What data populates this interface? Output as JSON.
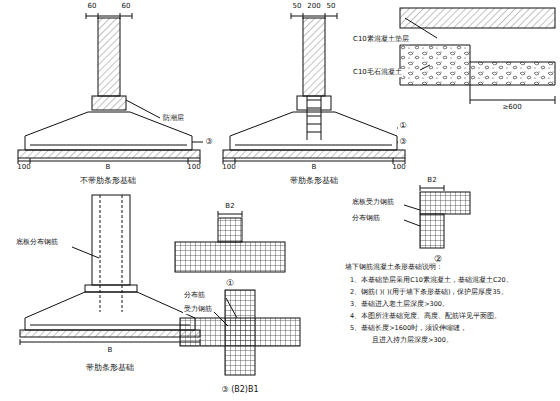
{
  "diagram": {
    "labels": [
      "60",
      "60",
      "50",
      "200",
      "50",
      "不带肋条形基础",
      "带肋条形基础",
      "100",
      "B",
      "100",
      "100",
      "B",
      "100",
      "③",
      "C10素混凝土垫层",
      "C10毛石混凝土",
      "≥600",
      "B2",
      "①",
      "B2",
      "②",
      "底板受力钢筋",
      "分布钢筋",
      "③ (B2)B1",
      "分布筋",
      "受力钢筋",
      "B",
      "带肋条形基础",
      "底板分布钢筋",
      "墙下钢筋混凝土条形基础说明：",
      "1、本基础垫层采用C10素混凝土，基础混凝土C20。",
      "2、钢筋( )( )(用于墙下条形基础)，保护层厚度35。",
      "3、基础进入老土层深度>300。",
      "4、本图所注基础宽度、高度、配筋详见平面图。",
      "5、基础长度>1600时，须设伸缩缝，",
      "且进入持力层深度>300。",
      "①",
      "③",
      "防潮层"
    ]
  }
}
